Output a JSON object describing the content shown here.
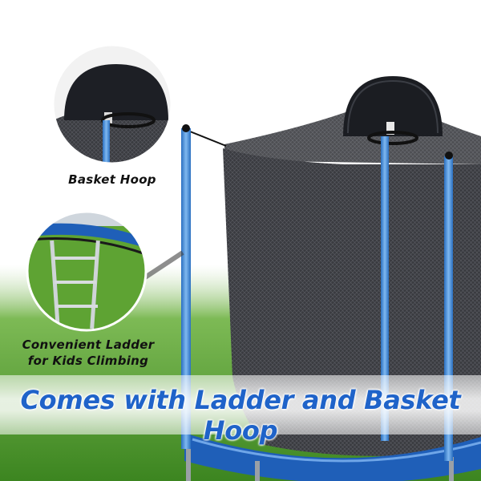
{
  "captions": {
    "hoop": "Basket Hoop",
    "ladder_line1": "Convenient Ladder",
    "ladder_line2": "for Kids Climbing"
  },
  "headline": "Comes with Ladder and Basket Hoop",
  "colors": {
    "headline": "#1f63c9",
    "pole": "#3b8ee0",
    "mat_edge": "#1f5fb8",
    "net": "#2e2f33",
    "grass": "#4f9a2c"
  }
}
